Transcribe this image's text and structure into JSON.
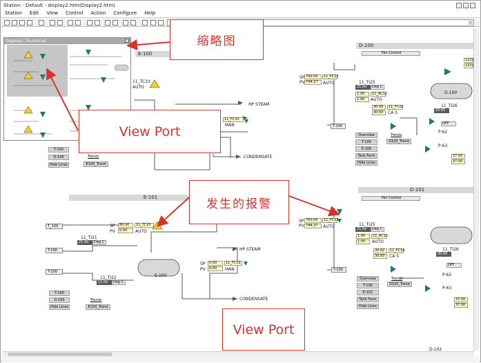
{
  "window": {
    "title": "Station - Default - display2.htm(Display2.htm)"
  },
  "menu": [
    "Station",
    "Edit",
    "View",
    "Control",
    "Action",
    "Configure",
    "Help"
  ],
  "thumbnail": {
    "title": "Display2 Thumbnail"
  },
  "e100": {
    "title": "E-100",
    "controller": "11_TC10",
    "mode": "AUTO",
    "hp_steam": "HP STEAM",
    "condensate": "CONDENSATE",
    "fc_tag": "11_FC10",
    "fc_mode": "MAN",
    "nav": [
      "T-100",
      "D-100",
      "Hide Lines"
    ],
    "trends_label": "Trends",
    "trend_button": "E100_Trend"
  },
  "d100": {
    "title": "D-100",
    "fan_control": "Fan Control",
    "sp_label": "SP",
    "pv_label": "PV",
    "sp": "700.00",
    "pv": "744.27",
    "fc_tag": "11_FC13",
    "mode": "AUTO",
    "ti_tag": "11_TI25",
    "ti_val": "21.00",
    "ti_unit": "Deg C",
    "ac_sp": "1.00",
    "ac_pv": "1.00",
    "ac_tag": "11_AC12",
    "ac_mode": "AUTO",
    "fc19_sp": "30.00",
    "fc19_pv": "30.83",
    "fc19_tag": "11_FC19",
    "fc19_mode": "CA S",
    "vessel": "D-100",
    "right_ti": "11_TI26",
    "right_ti_val": "30.00",
    "off": "OFF",
    "pump1": "P-62",
    "pump2": "P-63",
    "right_sp": "37.00",
    "right_pv": "37.00",
    "right_vals": [
      "1222",
      "1222"
    ],
    "t100": "T-100",
    "nav": [
      "Overview",
      "T-100",
      "E-100",
      "Tank Farm",
      "Hide Lines"
    ],
    "trends_label": "Trends",
    "trend_button": "D100_Trend"
  },
  "e101": {
    "title": "E-101",
    "sp": "80.00",
    "pv": "0.00",
    "tc_tag": "11_TC10",
    "mode": "AUTO",
    "ti21": "11_TI21",
    "ti21_val": "21.00",
    "ti21_unit": "Deg C",
    "ti22": "11_TI22",
    "ti22_val": "11.00",
    "ti22_unit": "Deg C",
    "vessel": "E-100",
    "hp_steam": "HP STEAM",
    "condensate": "CONDENSATE",
    "fc_sp": "0.00",
    "fc_pv": "0.00",
    "fc_tag": "11_FC10",
    "fc_mode": "MAN",
    "left_tags": [
      "T_100",
      "T-100",
      "T-100"
    ],
    "nav": [
      "T-100",
      "D-100",
      "Hide Lines"
    ],
    "trends_label": "Trends",
    "trend_button": "E100_Trend"
  },
  "d101": {
    "title": "D-101",
    "fan_control": "Fan Control",
    "sp": "700.00",
    "pv": "744.27",
    "fc_tag": "11_FC13",
    "mode": "AUTO",
    "ti_tag": "11_TI25",
    "ti_val": "21.00",
    "ti_unit": "Deg C",
    "ac_sp": "1.00",
    "ac_pv": "1.00",
    "ac_tag": "11_AC12",
    "ac_mode": "AUTO",
    "fc19_sp": "30.82",
    "fc19_pv": "30.83",
    "fc19_tag": "11_FC19",
    "fc19_mode": "CA S",
    "right_ti": "11_TI26",
    "right_ti_val": "30.00",
    "off": "OFF",
    "pump1": "P-62",
    "pump2": "P-63",
    "right_sp": "37.00",
    "right_pv": "37.00",
    "t100": "T-100",
    "nav": [
      "Overview",
      "T-100",
      "E-101",
      "Tank Farm",
      "Hide Lines"
    ],
    "trends_label": "Trends",
    "trend_button": "D100_Trend",
    "next_title": "D-102"
  },
  "callouts": {
    "thumbnail": "缩略图",
    "viewport_top": "View Port",
    "alarm": "发生的报警",
    "viewport_bottom": "View Port"
  },
  "colors": {
    "callout": "#d8322a",
    "alarm": "#f2d21a",
    "ok": "#1f7a55"
  }
}
